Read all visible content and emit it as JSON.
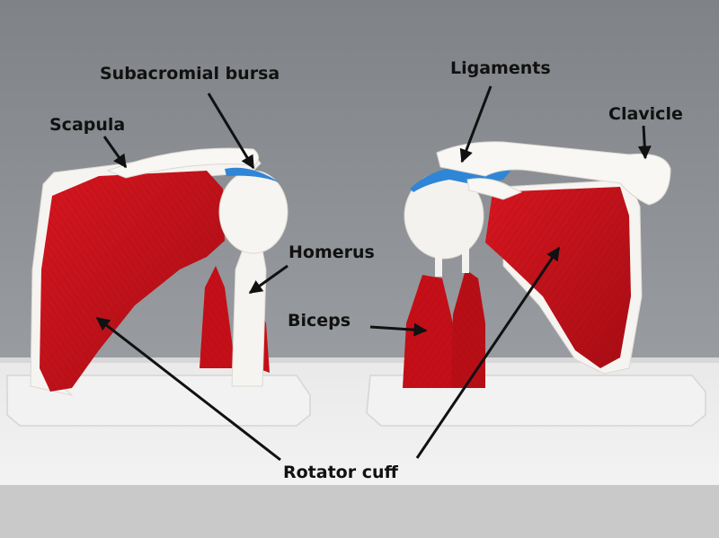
{
  "labels": {
    "subacromial_bursa": "Subacromial bursa",
    "ligaments": "Ligaments",
    "scapula": "Scapula",
    "clavicle": "Clavicle",
    "homerus": "Homerus",
    "biceps": "Biceps",
    "rotator_cuff": "Rotator cuff"
  },
  "colors": {
    "wall": "#8a8d92",
    "shelf": "#ececec",
    "muscle": "#c8121b",
    "bone": "#f4f2ef",
    "ligament": "#2f86d6",
    "arrow": "#111111"
  }
}
